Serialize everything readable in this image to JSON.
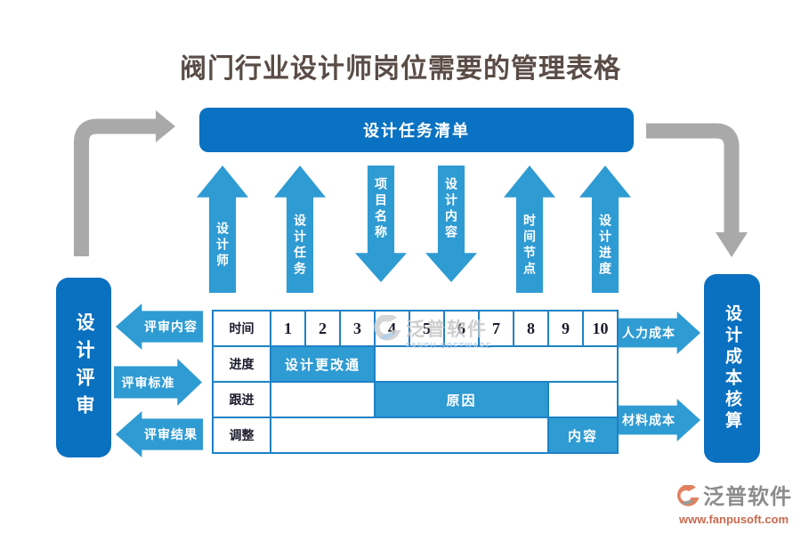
{
  "title": "阀门行业设计师岗位需要的管理表格",
  "banner": {
    "label": "设计任务清单"
  },
  "left_box": {
    "label": "设计评审"
  },
  "right_box": {
    "label": "设计成本核算"
  },
  "vertical_arrows": [
    {
      "label": "设计师",
      "direction": "up"
    },
    {
      "label": "设计任务",
      "direction": "up"
    },
    {
      "label": "项目名称",
      "direction": "down"
    },
    {
      "label": "设计内容",
      "direction": "down"
    },
    {
      "label": "时间节点",
      "direction": "up"
    },
    {
      "label": "设计进度",
      "direction": "up"
    }
  ],
  "left_arrows": [
    {
      "label": "评审内容",
      "direction": "left"
    },
    {
      "label": "评审标准",
      "direction": "right"
    },
    {
      "label": "评审结果",
      "direction": "left"
    }
  ],
  "right_arrows": [
    {
      "label": "人力成本",
      "direction": "right"
    },
    {
      "label": "材料成本",
      "direction": "right"
    }
  ],
  "table": {
    "rows": [
      {
        "header": "时间",
        "cells": [
          "1",
          "2",
          "3",
          "4",
          "5",
          "6",
          "7",
          "8",
          "9",
          "10"
        ]
      },
      {
        "header": "进度",
        "highlight": "设计更改通"
      },
      {
        "header": "跟进",
        "highlight": "原因"
      },
      {
        "header": "调整",
        "highlight": "内容"
      }
    ]
  },
  "watermark": {
    "name": "泛普软件",
    "sub": "FANPU SOFTWARE"
  },
  "footer": {
    "name": "泛普软件",
    "url": "www.fanpusoft.com"
  },
  "colors": {
    "dark_blue": "#0a72c2",
    "light_blue": "#2f9bd3",
    "table_border": "#1e81c6",
    "gray_arrow": "#a9a9a9",
    "title_text": "#5a4c46",
    "brand_orange": "#e2805f"
  }
}
